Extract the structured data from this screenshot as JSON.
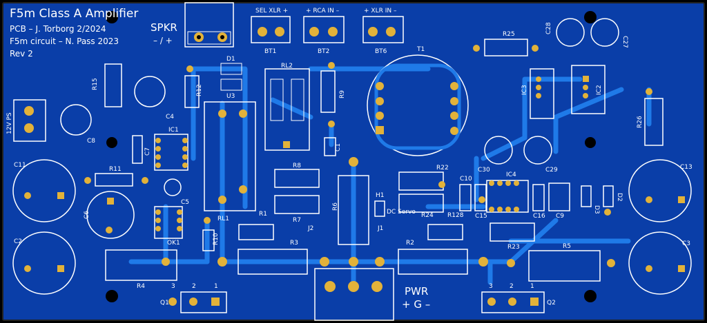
{
  "header": {
    "title": "F5m Class A Amplifier",
    "line1": "PCB – J. Torborg 2/2024",
    "line2": "F5m circuit – N. Pass 2023",
    "line3": "Rev 2"
  },
  "connectors": {
    "spkr_title": "SPKR",
    "spkr_polarity": "– / +",
    "pwr_title": "PWR",
    "pwr_polarity": "+ G –",
    "ps_label": "12V PS",
    "sel_xlr": "SEL XLR +",
    "rca_in": "+ RCA IN –",
    "xlr_in": "+ XLR IN –",
    "dc_servo": "DC\nServo"
  },
  "refdes": {
    "BT1": "BT1",
    "BT2": "BT2",
    "BT6": "BT6",
    "T1": "T1",
    "RL2": "RL2",
    "RL1": "RL1",
    "U3": "U3",
    "D1": "D1",
    "D2": "D2",
    "D3": "D3",
    "IC1": "IC1",
    "IC2": "IC2",
    "IC3": "IC3",
    "IC4": "IC4",
    "OK1": "OK1",
    "H1": "H1",
    "J1": "J1",
    "J2": "J2",
    "Q1": "Q1",
    "Q2": "Q2",
    "C1": "C1",
    "C2": "C2",
    "C3": "C3",
    "C4": "C4",
    "C5": "C5",
    "C6": "C6",
    "C7": "C7",
    "C8": "C8",
    "C9": "C9",
    "C10": "C10",
    "C11": "C11",
    "C13": "C13",
    "C15": "C15",
    "C16": "C16",
    "C27": "C27",
    "C28": "C28",
    "C29": "C29",
    "C30": "C30",
    "R1": "R1",
    "R2": "R2",
    "R3": "R3",
    "R4": "R4",
    "R5": "R5",
    "R6": "R6",
    "R7": "R7",
    "R8": "R8",
    "R9": "R9",
    "R10": "R10",
    "R11": "R11",
    "R12": "R12",
    "R15": "R15",
    "R22": "R22",
    "R23": "R23",
    "R24": "R24",
    "R25": "R25",
    "R26": "R26",
    "R128": "R128",
    "pin1": "1",
    "pin2": "2",
    "pin3": "3"
  },
  "colors": {
    "board": "#0a3ea8",
    "trace": "#1f7ae8",
    "pad": "#e2b23a",
    "silk": "#ffffff",
    "hole": "#000000"
  }
}
